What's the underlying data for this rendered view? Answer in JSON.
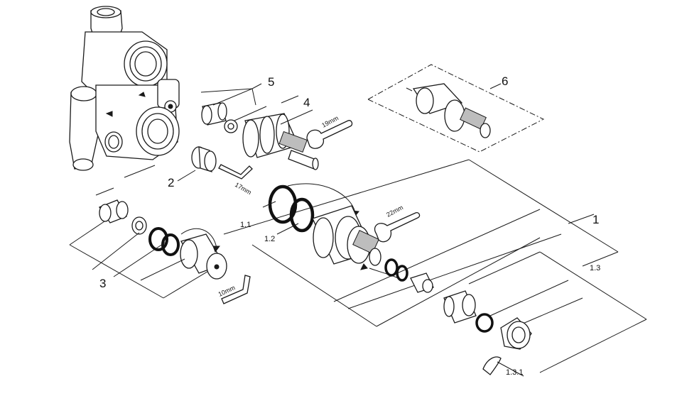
{
  "diagram": {
    "callouts": {
      "c1": "1",
      "c1_1": "1.1",
      "c1_2": "1.2",
      "c1_3": "1.3",
      "c1_3_1": "1.3.1",
      "c2": "2",
      "c3": "3",
      "c4": "4",
      "c5": "5",
      "c6": "6"
    },
    "tool_labels": {
      "wrench_19": "19mm",
      "wrench_22": "22mm",
      "key_17": "17mm",
      "key_10": "10mm"
    }
  }
}
